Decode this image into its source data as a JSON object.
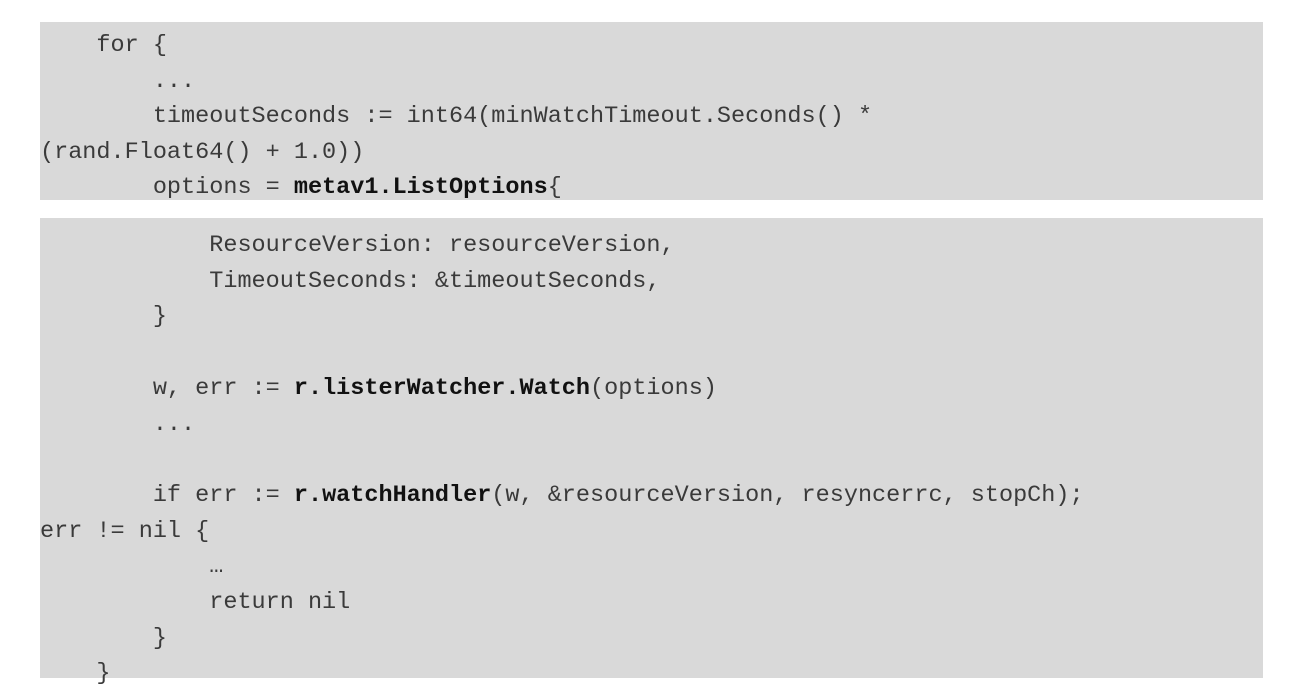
{
  "code": {
    "block1": [
      {
        "indent": "    ",
        "segments": [
          {
            "text": "for {",
            "bold": false
          }
        ]
      },
      {
        "indent": "        ",
        "segments": [
          {
            "text": "...",
            "bold": false
          }
        ]
      },
      {
        "indent": "        ",
        "segments": [
          {
            "text": "timeoutSeconds := int64(minWatchTimeout.Seconds() *",
            "bold": false
          }
        ]
      },
      {
        "indent": "",
        "segments": [
          {
            "text": "(rand.Float64() + 1.0))",
            "bold": false
          }
        ]
      },
      {
        "indent": "        ",
        "segments": [
          {
            "text": "options = ",
            "bold": false
          },
          {
            "text": "metav1.ListOptions",
            "bold": true
          },
          {
            "text": "{",
            "bold": false
          }
        ]
      }
    ],
    "block2": [
      {
        "indent": "            ",
        "segments": [
          {
            "text": "ResourceVersion: resourceVersion,",
            "bold": false
          }
        ]
      },
      {
        "indent": "            ",
        "segments": [
          {
            "text": "TimeoutSeconds: &timeoutSeconds,",
            "bold": false
          }
        ]
      },
      {
        "indent": "        ",
        "segments": [
          {
            "text": "}",
            "bold": false
          }
        ]
      },
      {
        "indent": "",
        "segments": [
          {
            "text": "",
            "bold": false
          }
        ]
      },
      {
        "indent": "        ",
        "segments": [
          {
            "text": "w, err := ",
            "bold": false
          },
          {
            "text": "r.listerWatcher.Watch",
            "bold": true
          },
          {
            "text": "(options)",
            "bold": false
          }
        ]
      },
      {
        "indent": "        ",
        "segments": [
          {
            "text": "...",
            "bold": false
          }
        ]
      },
      {
        "indent": "",
        "segments": [
          {
            "text": "",
            "bold": false
          }
        ]
      },
      {
        "indent": "        ",
        "segments": [
          {
            "text": "if err := ",
            "bold": false
          },
          {
            "text": "r.watchHandler",
            "bold": true
          },
          {
            "text": "(w, &resourceVersion, resyncerrc, stopCh);",
            "bold": false
          }
        ]
      },
      {
        "indent": "",
        "segments": [
          {
            "text": "err != nil {",
            "bold": false
          }
        ]
      },
      {
        "indent": "            ",
        "segments": [
          {
            "text": "…",
            "bold": false
          }
        ]
      },
      {
        "indent": "            ",
        "segments": [
          {
            "text": "return nil",
            "bold": false
          }
        ]
      },
      {
        "indent": "        ",
        "segments": [
          {
            "text": "}",
            "bold": false
          }
        ]
      },
      {
        "indent": "    ",
        "segments": [
          {
            "text": "}",
            "bold": false
          }
        ]
      }
    ]
  }
}
